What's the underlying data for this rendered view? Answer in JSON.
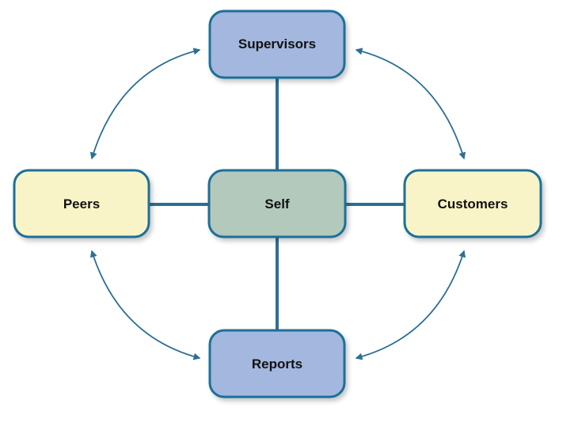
{
  "diagram": {
    "nodes": {
      "supervisors": "Supervisors",
      "peers": "Peers",
      "self": "Self",
      "customers": "Customers",
      "reports": "Reports"
    },
    "colors": {
      "stroke": "#1a6f99",
      "connector": "#2a6f96",
      "arrow": "#2a6f96",
      "blue_fill": "#a4b7de",
      "yellow_fill": "#f8f4c8",
      "center_fill": "#b3c9bc",
      "text": "#111111"
    }
  }
}
